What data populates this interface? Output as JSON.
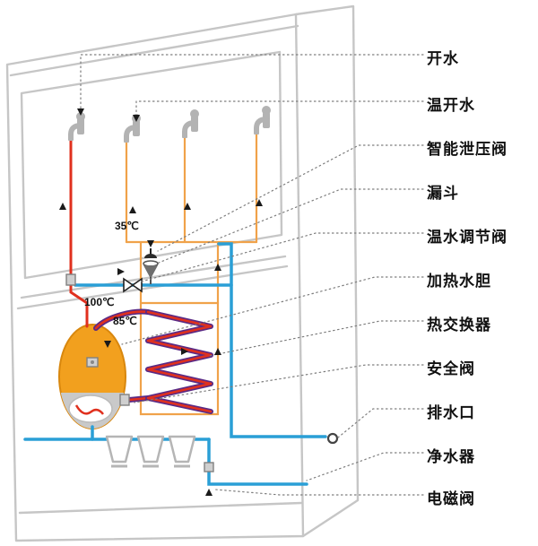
{
  "colors": {
    "hot": "#e0301e",
    "warm": "#f0a24a",
    "cold": "#2a9fd6",
    "tank": "#f2a01e",
    "coil": "#5b2a84",
    "cabinet": "#c6c6c6",
    "metal": "#b3b3b3",
    "ink": "#1a1a1a",
    "leader": "#7d7d7d"
  },
  "temps": {
    "mixed": "35℃",
    "boiling": "100℃",
    "tank": "85℃"
  },
  "labels": [
    {
      "id": "boiling-water",
      "text": "开水"
    },
    {
      "id": "warm-boiled-water",
      "text": "温开水"
    },
    {
      "id": "smart-pressure-relief-valve",
      "text": "智能泄压阀"
    },
    {
      "id": "funnel",
      "text": "漏斗"
    },
    {
      "id": "warm-water-regulating-valve",
      "text": "温水调节阀"
    },
    {
      "id": "heating-tank",
      "text": "加热水胆"
    },
    {
      "id": "heat-exchanger",
      "text": "热交换器"
    },
    {
      "id": "safety-valve",
      "text": "安全阀"
    },
    {
      "id": "drain-outlet",
      "text": "排水口"
    },
    {
      "id": "water-purifier",
      "text": "净水器"
    },
    {
      "id": "solenoid-valve",
      "text": "电磁阀"
    }
  ]
}
